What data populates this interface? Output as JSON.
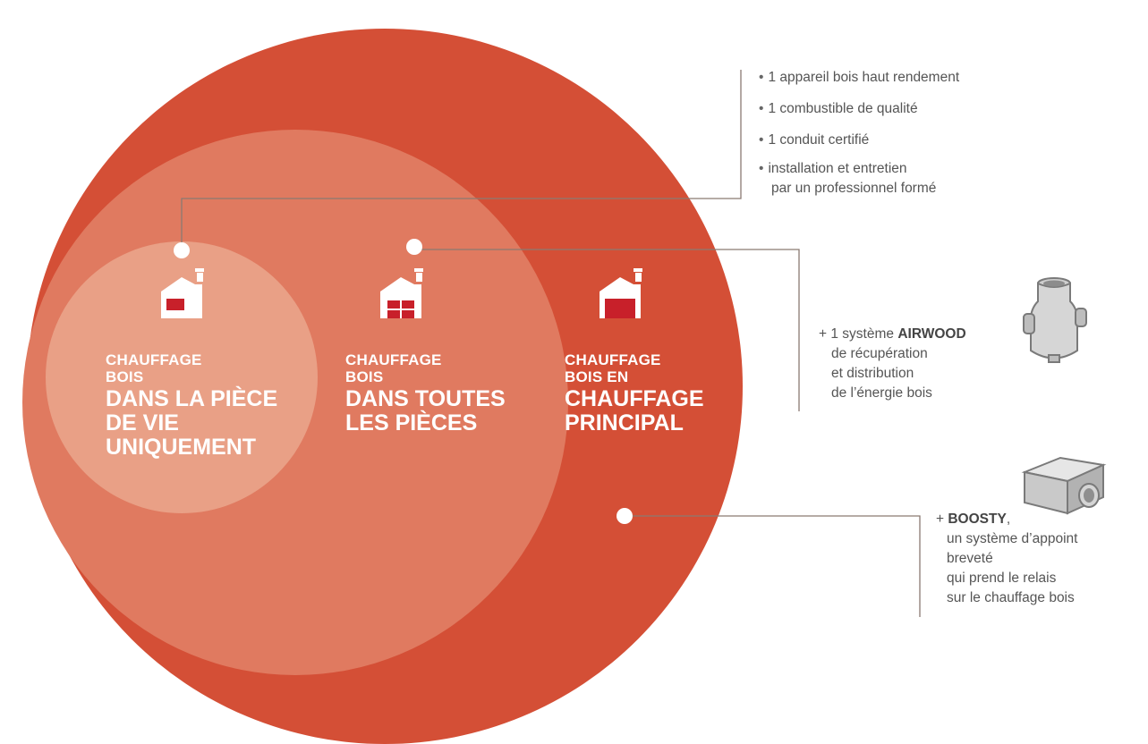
{
  "circles": [
    {
      "name": "outer",
      "color": "#d44f36"
    },
    {
      "name": "middle",
      "color": "#e07a60"
    },
    {
      "name": "inner",
      "color": "#e9a086"
    }
  ],
  "levels": [
    {
      "small1": "CHAUFFAGE",
      "small2": "BOIS",
      "big1": "DANS LA PIÈCE",
      "big2": "DE VIE",
      "big3": "UNIQUEMENT"
    },
    {
      "small1": "CHAUFFAGE",
      "small2": "BOIS",
      "big1": "DANS TOUTES",
      "big2": "LES PIÈCES",
      "big3": ""
    },
    {
      "small1": "CHAUFFAGE",
      "small2": "BOIS EN",
      "big1": "CHAUFFAGE",
      "big2": "PRINCIPAL",
      "big3": ""
    }
  ],
  "requirements": [
    "1 appareil bois haut rendement",
    "1 combustible de qualité",
    "1 conduit certifié",
    "installation et entretien"
  ],
  "requirements_cont": "par un professionnel formé",
  "airwood": {
    "prefix": "+ 1 système ",
    "name": "AIRWOOD",
    "line2": "de récupération",
    "line3": "et distribution",
    "line4": "de l’énergie bois",
    "icon": "airwood-device-icon"
  },
  "boosty": {
    "prefix": "+ ",
    "name": "BOOSTY",
    "suffix": ",",
    "line2": "un système d’appoint",
    "line3": "breveté",
    "line4": "qui prend le relais",
    "line5": "sur le chauffage bois",
    "icon": "boosty-device-icon"
  },
  "icons": [
    "house-small-fire-icon",
    "house-all-rooms-icon",
    "house-main-heating-icon"
  ],
  "colors": {
    "house_fill": "#ffffff",
    "fire": "#c8202a",
    "connector": "#8a7a72",
    "text": "#555555"
  }
}
